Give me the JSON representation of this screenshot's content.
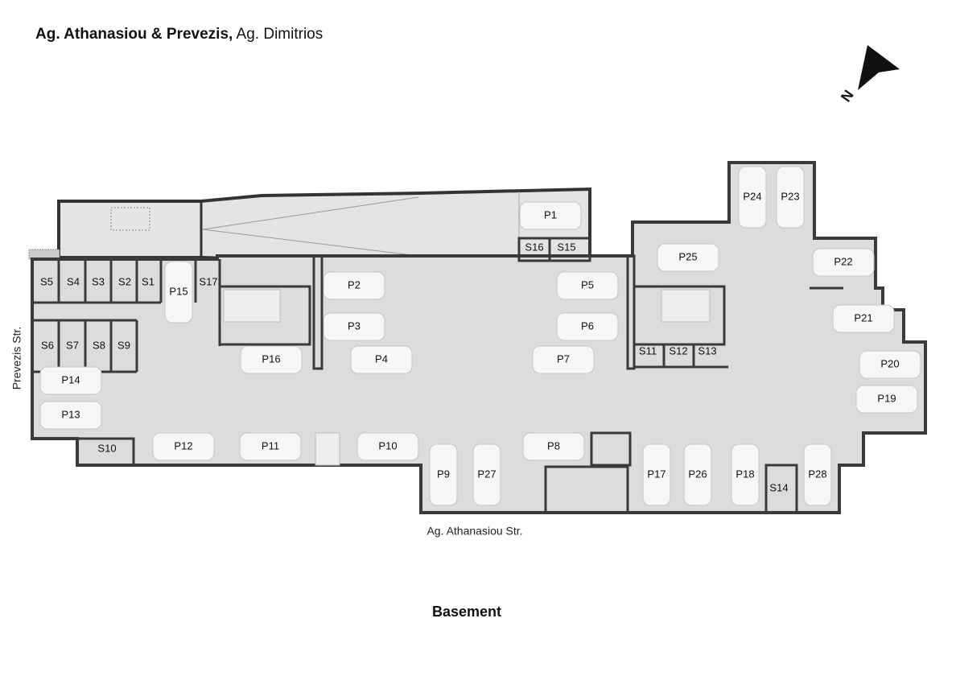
{
  "header": {
    "title_bold": "Ag. Athanasiou & Prevezis,",
    "title_regular": "Ag. Dimitrios"
  },
  "north_label": "N",
  "streets": {
    "west": "Prevezis Str.",
    "south": "Ag. Athanasiou Str."
  },
  "level_label": "Basement",
  "colors": {
    "wall": "#3a3a3a",
    "floor": "#dcdcdc",
    "car": "#f6f6f6"
  },
  "spaces": {
    "S1": "S1",
    "S2": "S2",
    "S3": "S3",
    "S4": "S4",
    "S5": "S5",
    "S6": "S6",
    "S7": "S7",
    "S8": "S8",
    "S9": "S9",
    "S10": "S10",
    "S11": "S11",
    "S12": "S12",
    "S13": "S13",
    "S14": "S14",
    "S15": "S15",
    "S16": "S16",
    "S17": "S17",
    "P1": "P1",
    "P2": "P2",
    "P3": "P3",
    "P4": "P4",
    "P5": "P5",
    "P6": "P6",
    "P7": "P7",
    "P8": "P8",
    "P9": "P9",
    "P10": "P10",
    "P11": "P11",
    "P12": "P12",
    "P13": "P13",
    "P14": "P14",
    "P15": "P15",
    "P16": "P16",
    "P17": "P17",
    "P18": "P18",
    "P19": "P19",
    "P20": "P20",
    "P21": "P21",
    "P22": "P22",
    "P23": "P23",
    "P24": "P24",
    "P25": "P25",
    "P26": "P26",
    "P27": "P27",
    "P28": "P28"
  }
}
